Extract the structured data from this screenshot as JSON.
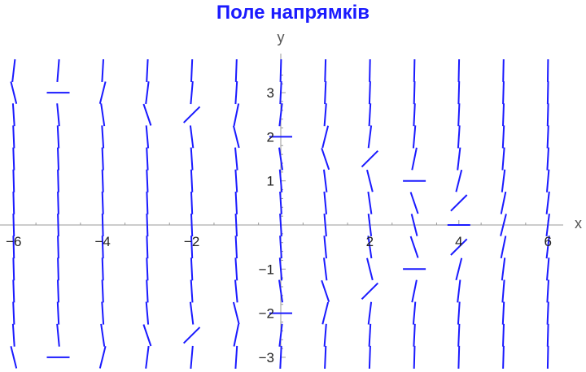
{
  "chart_data": {
    "type": "vector-field",
    "title": "Поле напрямків",
    "xlabel": "x",
    "ylabel": "y",
    "xlim": [
      -6.1,
      6.3
    ],
    "ylim": [
      -3.15,
      3.8
    ],
    "x_ticks": [
      -6,
      -4,
      -2,
      2,
      4,
      6
    ],
    "x_tick_labels": [
      "−6",
      "−4",
      "−2",
      "2",
      "4",
      "6"
    ],
    "y_ticks": [
      -3,
      -2,
      -1,
      1,
      2,
      3
    ],
    "y_tick_labels": [
      "−3",
      "−2",
      "−1",
      "1",
      "2",
      "3"
    ],
    "grid_x": [
      -6,
      -5,
      -4,
      -3,
      -2,
      -1,
      0,
      1,
      2,
      3,
      4,
      5,
      6
    ],
    "grid_y": [
      -3,
      -2.5,
      -2,
      -1.5,
      -1,
      -0.5,
      0,
      0.5,
      1,
      1.5,
      2,
      2.5,
      3,
      3.5
    ],
    "slope_formula": "dy/dx = (x + y^2 - 4) * 4",
    "segment_color": "#1a1aff",
    "title_color": "#1a1aff"
  }
}
